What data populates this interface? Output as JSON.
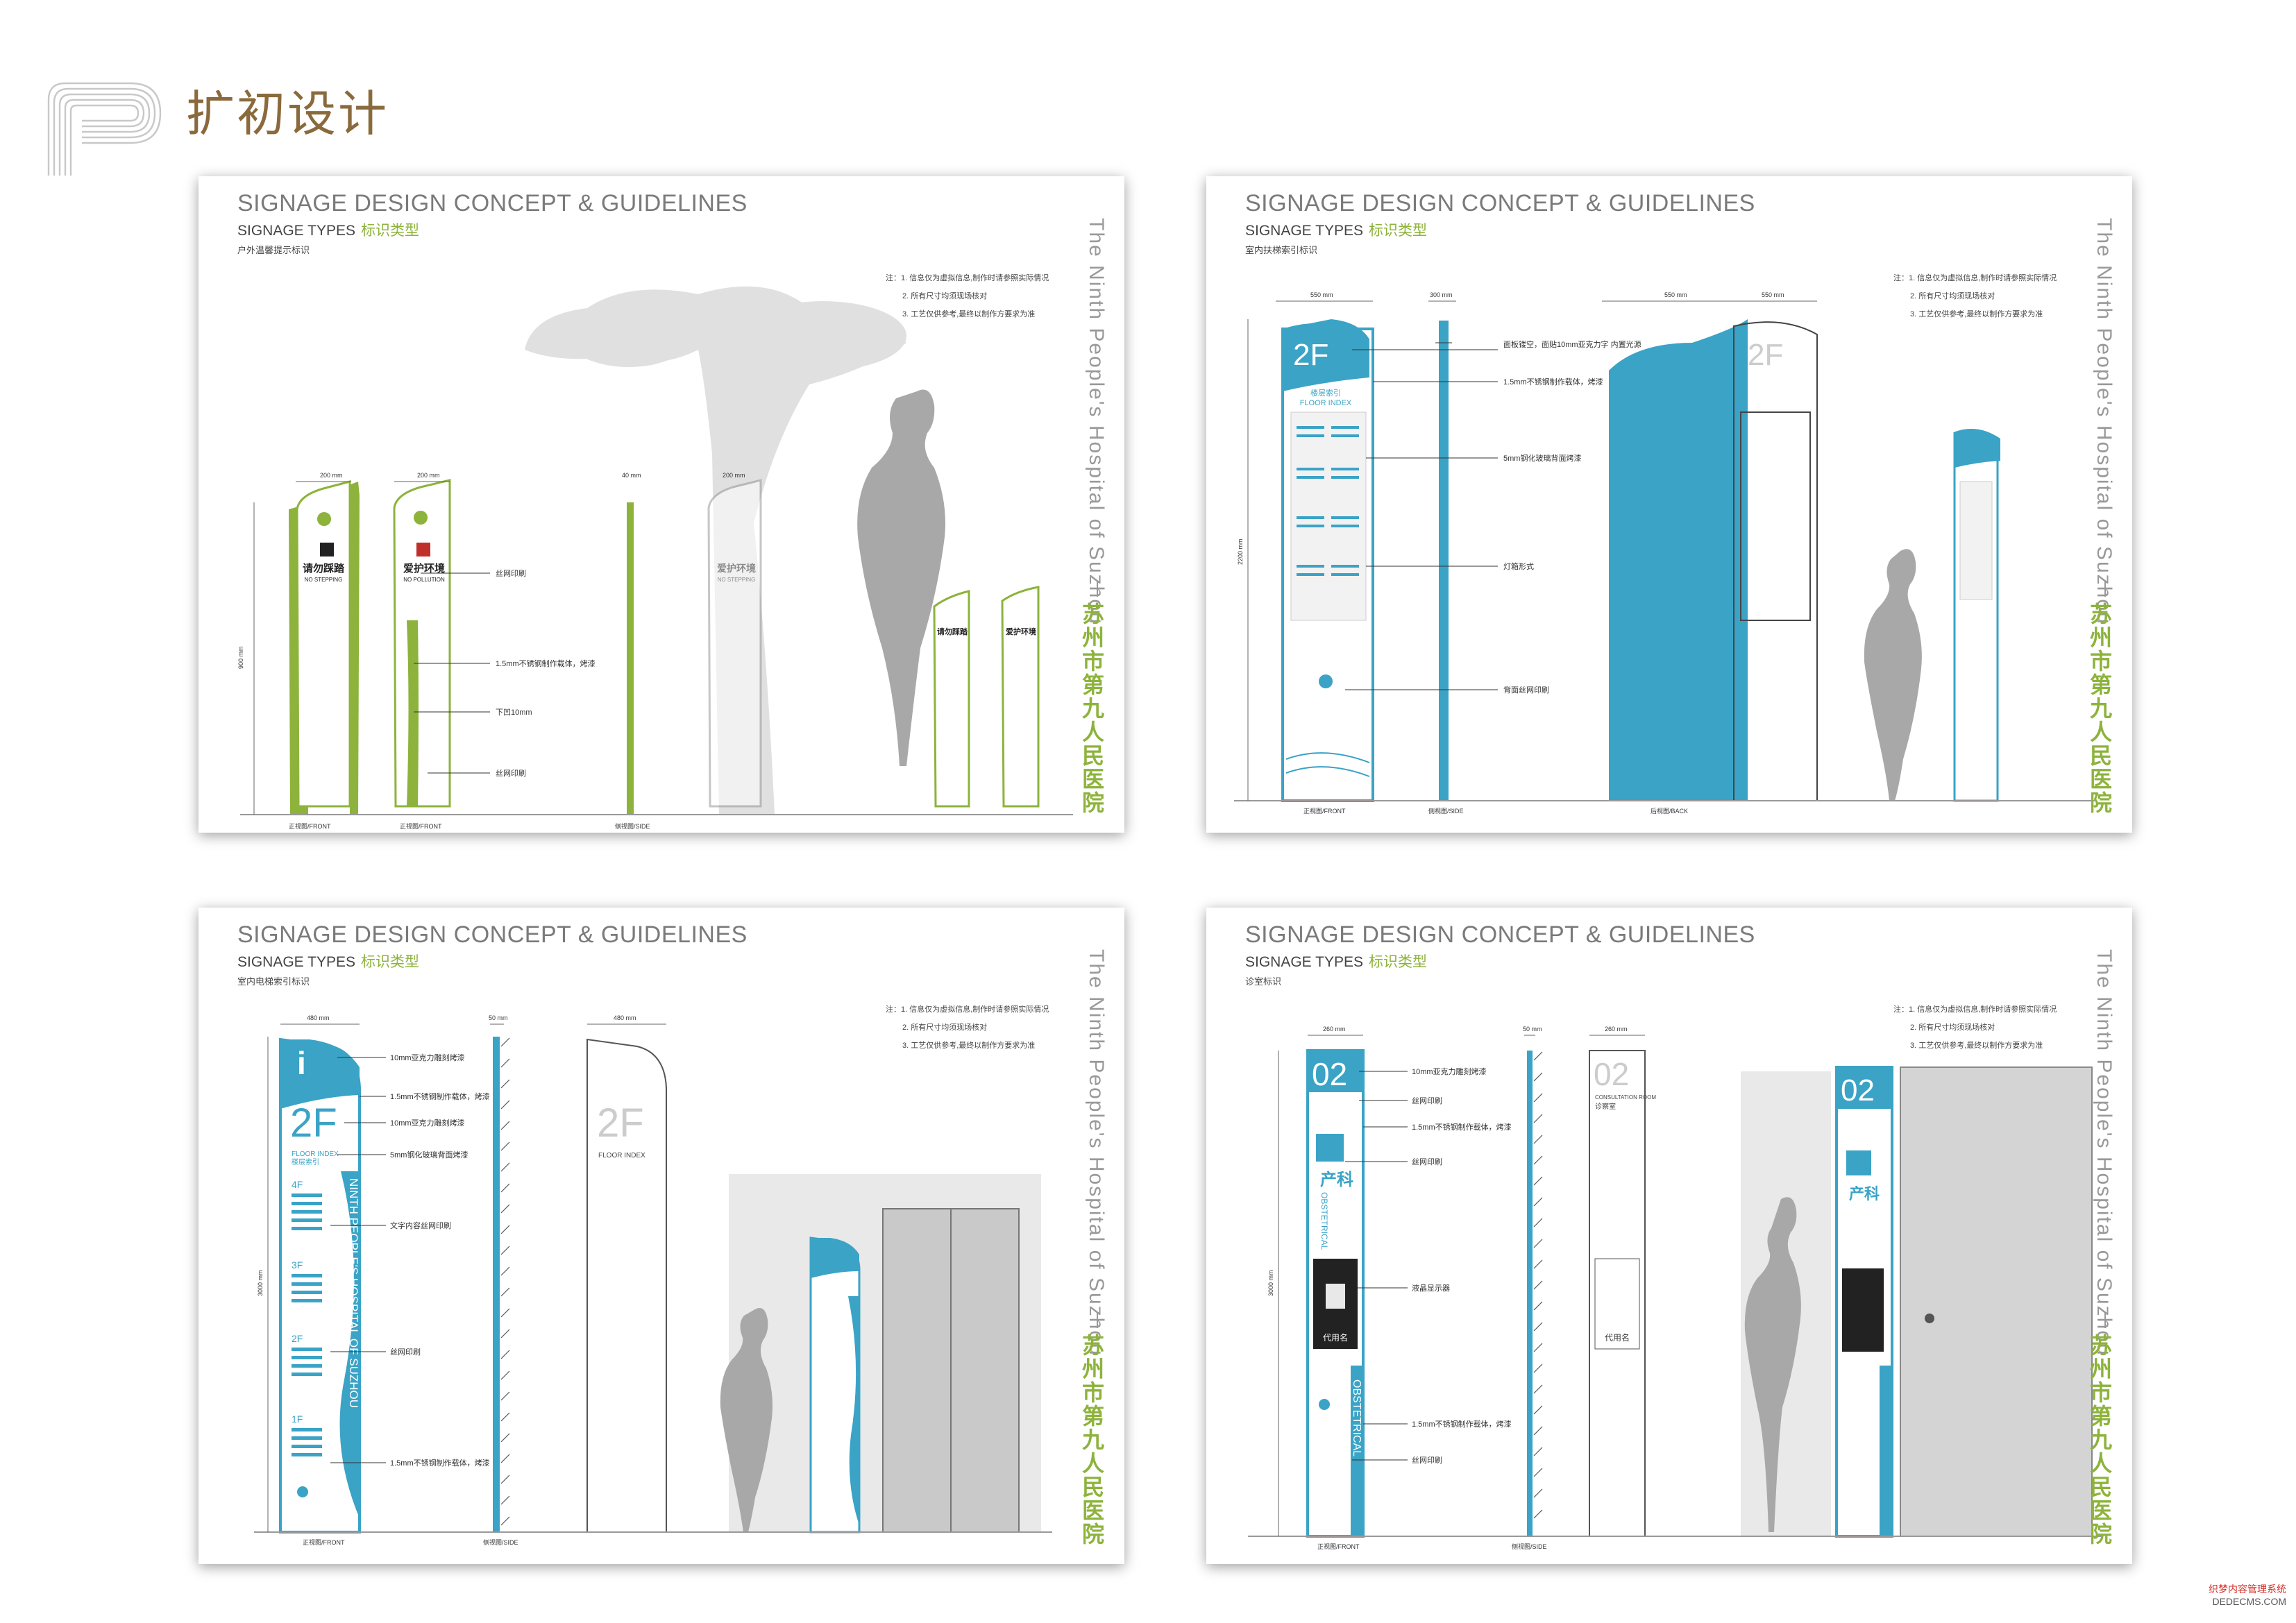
{
  "page_title": "扩初设计",
  "footer": {
    "line1": "织梦内容管理系统",
    "line2": "DEDECMS.COM"
  },
  "colors": {
    "green": "#8db33c",
    "teal": "#3aa3c6",
    "gold": "#8a6a3c",
    "gray": "#bdbdbd"
  },
  "panels": [
    {
      "title": "SIGNAGE DESIGN CONCEPT & GUIDELINES",
      "subtitle_en": "SIGNAGE TYPES",
      "subtitle_cn": "标识类型",
      "category": "户外温馨提示标识",
      "notes": [
        "注：1. 信息仅为虚拟信息,制作时请参照实际情况",
        "2. 所有尺寸均须现场核对",
        "3. 工艺仅供参考,最终以制作方要求为准"
      ],
      "side_en": "The Ninth People's Hospital of Suzhou",
      "side_cn": "苏州市第九人民医院",
      "sign_labels": [
        "请勿踩踏",
        "爱护环境",
        "爱护环境"
      ],
      "sign_labels_en": [
        "NO STEPPING",
        "NO POLLUTION",
        "NO STEPPING"
      ],
      "dims": [
        "200 mm",
        "200 mm",
        "40 mm",
        "200 mm",
        "900 mm"
      ],
      "callouts": [
        "丝网印刷",
        "1.5mm不锈钢制作载体，烤漆",
        "下凹10mm",
        "丝网印刷"
      ],
      "views": [
        "正视图/FRONT",
        "正视图/FRONT",
        "侧视图/SIDE"
      ],
      "small_labels": [
        "请勿踩踏",
        "爱护环境"
      ]
    },
    {
      "title": "SIGNAGE DESIGN CONCEPT & GUIDELINES",
      "subtitle_en": "SIGNAGE TYPES",
      "subtitle_cn": "标识类型",
      "category": "室内扶梯索引标识",
      "notes": [
        "注：1. 信息仅为虚拟信息,制作时请参照实际情况",
        "2. 所有尺寸均须现场核对",
        "3. 工艺仅供参考,最终以制作方要求为准"
      ],
      "side_en": "The Ninth People's Hospital of Suzhou",
      "side_cn": "苏州市第九人民医院",
      "floor": "2F",
      "floor_cn": "楼层索引",
      "floor_en": "FLOOR INDEX",
      "dims": [
        "550 mm",
        "300 mm",
        "550 mm",
        "550 mm",
        "2200 mm"
      ],
      "callouts": [
        "面板镂空，面贴10mm亚克力字 内置光源",
        "1.5mm不锈钢制作载体，烤漆",
        "5mm钢化玻璃背面烤漆",
        "灯箱形式",
        "背面丝网印刷"
      ],
      "views": [
        "正视图/FRONT",
        "侧视图/SIDE",
        "后视图/BACK"
      ]
    },
    {
      "title": "SIGNAGE DESIGN CONCEPT & GUIDELINES",
      "subtitle_en": "SIGNAGE TYPES",
      "subtitle_cn": "标识类型",
      "category": "室内电梯索引标识",
      "notes": [
        "注：1. 信息仅为虚拟信息,制作时请参照实际情况",
        "2. 所有尺寸均须现场核对",
        "3. 工艺仅供参考,最终以制作方要求为准"
      ],
      "side_en": "The Ninth People's Hospital of Suzhou",
      "side_cn": "苏州市第九人民医院",
      "floor": "2F",
      "floor_en": "FLOOR INDEX",
      "floor_cn": "楼层索引",
      "info_glyph": "i",
      "vertical_text": "NINTH PEOPLE'S HOSPITAL OF SUZHOU",
      "floors": [
        "4F",
        "3F",
        "2F",
        "1F"
      ],
      "dims": [
        "480 mm",
        "50 mm",
        "480 mm",
        "3000 mm"
      ],
      "callouts": [
        "10mm亚克力雕刻烤漆",
        "1.5mm不锈钢制作载体，烤漆",
        "10mm亚克力雕刻烤漆",
        "5mm钢化玻璃背面烤漆",
        "文字内容丝网印刷",
        "丝网印刷",
        "1.5mm不锈钢制作载体，烤漆"
      ],
      "views": [
        "正视图/FRONT",
        "侧视图/SIDE"
      ]
    },
    {
      "title": "SIGNAGE DESIGN CONCEPT & GUIDELINES",
      "subtitle_en": "SIGNAGE TYPES",
      "subtitle_cn": "标识类型",
      "category": "诊室标识",
      "notes": [
        "注：1. 信息仅为虚拟信息,制作时请参照实际情况",
        "2. 所有尺寸均须现场核对",
        "3. 工艺仅供参考,最终以制作方要求为准"
      ],
      "side_en": "The Ninth People's Hospital of Suzhou",
      "side_cn": "苏州市第九人民医院",
      "room": "02",
      "dept_cn": "产科",
      "dept_en": "OBSTETRICAL",
      "room_en": "CONSULTATION ROOM",
      "room_cn": "诊察室",
      "doctor_label": "代用名",
      "dims": [
        "260 mm",
        "50 mm",
        "260 mm",
        "3000 mm"
      ],
      "callouts": [
        "10mm亚克力雕刻烤漆",
        "丝网印刷",
        "1.5mm不锈钢制作载体，烤漆",
        "丝网印刷",
        "液晶显示器",
        "1.5mm不锈钢制作载体，烤漆",
        "丝网印刷"
      ],
      "views": [
        "正视图/FRONT",
        "侧视图/SIDE"
      ]
    }
  ]
}
